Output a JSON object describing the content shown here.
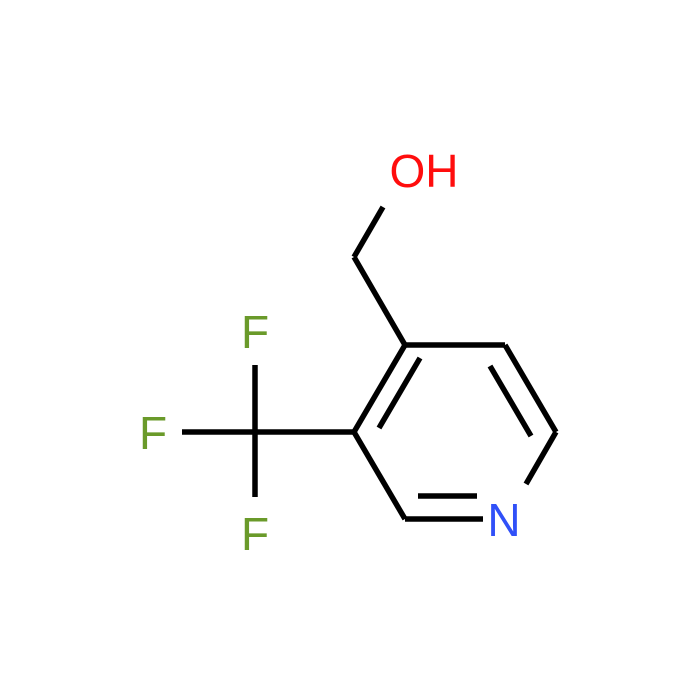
{
  "molecule": {
    "atoms": {
      "oxygen": {
        "label": "OH",
        "color": "#ff0d0d"
      },
      "nitrogen": {
        "label": "N",
        "color": "#3050f8"
      },
      "fluorine_top": {
        "label": "F",
        "color": "#6a9a2a"
      },
      "fluorine_left": {
        "label": "F",
        "color": "#6a9a2a"
      },
      "fluorine_bottom": {
        "label": "F",
        "color": "#6a9a2a"
      }
    },
    "bond_color": "#000000"
  }
}
